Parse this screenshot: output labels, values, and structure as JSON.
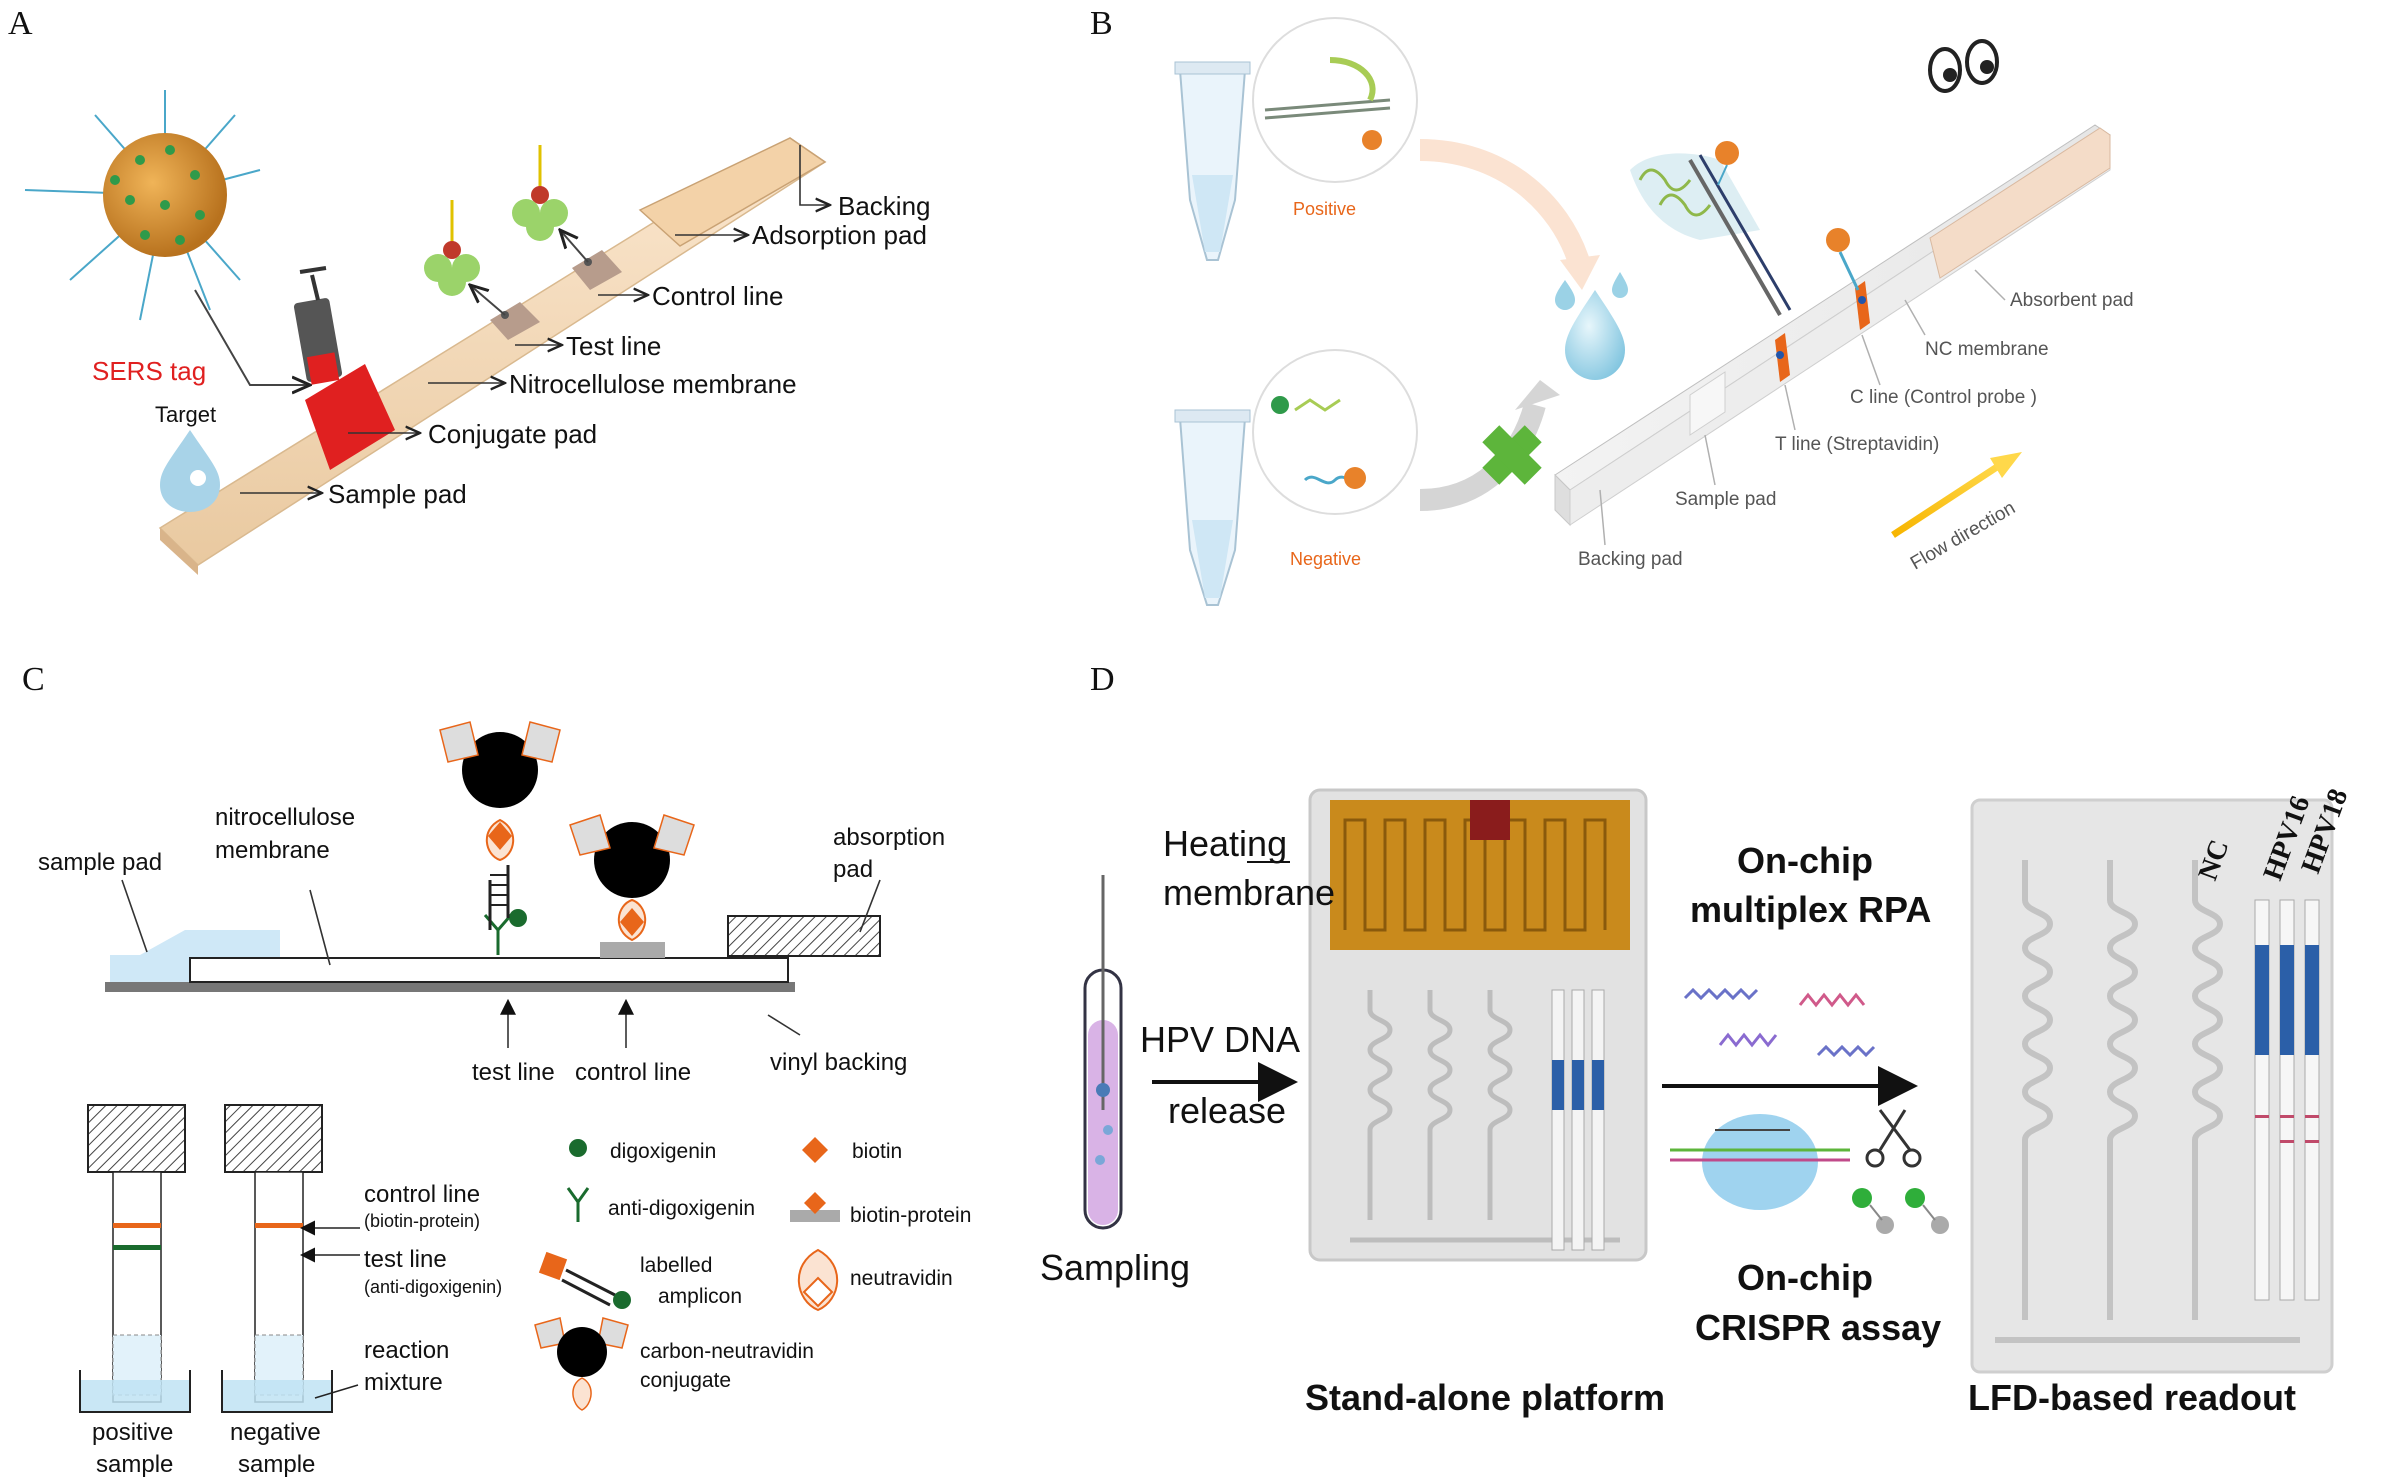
{
  "panels": {
    "a": {
      "letter": "A",
      "labels": {
        "backing": "Backing",
        "adsorption_pad": "Adsorption pad",
        "control_line": "Control line",
        "test_line": "Test line",
        "nitrocellulose": "Nitrocellulose membrane",
        "conjugate_pad": "Conjugate pad",
        "sample_pad": "Sample pad",
        "sers_tag": "SERS tag",
        "target": "Target"
      }
    },
    "b": {
      "letter": "B",
      "labels": {
        "positive": "Positive",
        "negative": "Negative",
        "absorbent_pad": "Absorbent pad",
        "nc_membrane": "NC membrane",
        "c_line": "C line (Control probe )",
        "t_line": "T line (Streptavidin)",
        "sample_pad": "Sample pad",
        "backing_pad": "Backing pad",
        "flow_direction": "Flow direction"
      }
    },
    "c": {
      "letter": "C",
      "labels": {
        "sample_pad": "sample pad",
        "nitro_1": "nitrocellulose",
        "nitro_2": "membrane",
        "absorption_1": "absorption",
        "absorption_2": "pad",
        "test_line": "test line",
        "control_line": "control line",
        "vinyl_backing": "vinyl backing",
        "ctrl_line_1": "control line",
        "ctrl_line_2": "(biotin-protein)",
        "test_line_1": "test line",
        "test_line_2": "(anti-digoxigenin)",
        "reaction_1": "reaction",
        "reaction_2": "mixture",
        "positive_1": "positive",
        "positive_2": "sample",
        "negative_1": "negative",
        "negative_2": "sample"
      },
      "legend": {
        "digoxigenin": "digoxigenin",
        "anti_digoxigenin": "anti-digoxigenin",
        "labelled_1": "labelled",
        "labelled_2": "amplicon",
        "carbon_1": "carbon-neutravidin",
        "carbon_2": "conjugate",
        "biotin": "biotin",
        "biotin_protein": "biotin-protein",
        "neutravidin": "neutravidin"
      }
    },
    "d": {
      "letter": "D",
      "labels": {
        "heating_1": "Heating",
        "heating_2": "membrane",
        "hpv_1": "HPV DNA",
        "hpv_2": "release",
        "sampling": "Sampling",
        "standalone": "Stand-alone platform",
        "onchip_rpa_1": "On-chip",
        "onchip_rpa_2": "multiplex RPA",
        "onchip_crispr_1": "On-chip",
        "onchip_crispr_2": "CRISPR assay",
        "lfd_readout": "LFD-based readout",
        "nc": "NC",
        "hpv16": "HPV16",
        "hpv18": "HPV18"
      }
    }
  },
  "colors": {
    "strip": "#f6dcbc",
    "red": "#e02020",
    "orange": "#e8661a",
    "green": "#1a6b2e",
    "blue_liquid": "#bfe3f3",
    "gold_film": "#c98a1c",
    "gray_arrow": "#d0d0d0"
  }
}
